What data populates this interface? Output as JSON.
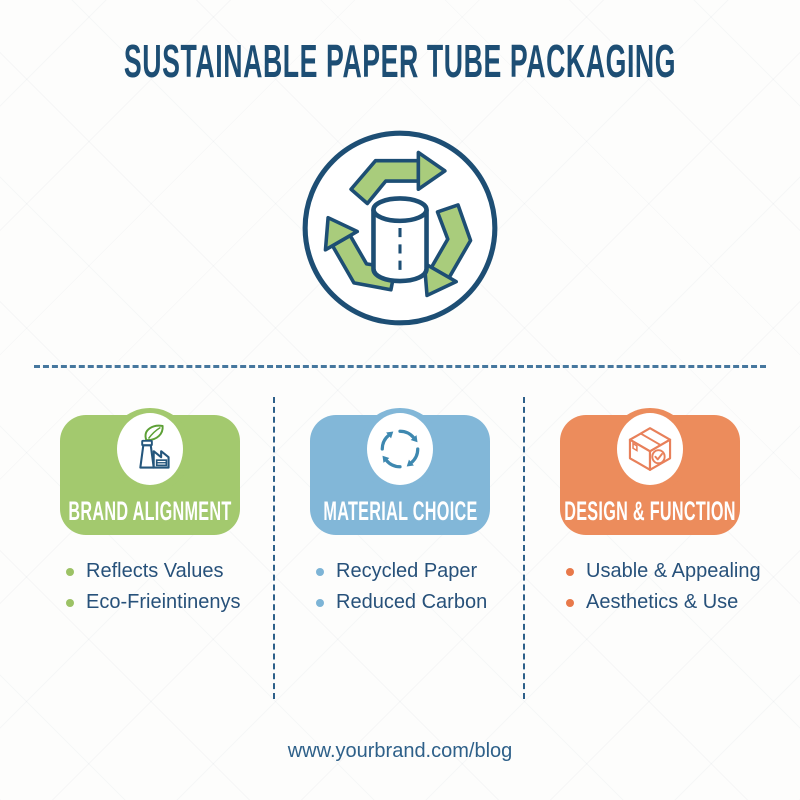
{
  "page": {
    "title": "SUSTAINABLE PAPER TUBE PACKAGING",
    "footer_url": "www.yourbrand.com/blog"
  },
  "hero": {
    "icon": "recycling-paper-tube-icon"
  },
  "columns": [
    {
      "label": "BRAND ALIGNMENT",
      "icon": "factory-leaf-icon",
      "accent": "#a3c96e",
      "bullets": [
        "Reflects Values",
        "Eco-Frieintinenys"
      ]
    },
    {
      "label": "MATERIAL CHOICE",
      "icon": "recycle-arrows-icon",
      "accent": "#82b7d8",
      "bullets": [
        "Recycled Paper",
        "Reduced Carbon"
      ]
    },
    {
      "label": "DESIGN & FUNCTION",
      "icon": "package-check-icon",
      "accent": "#ec8c5c",
      "bullets": [
        "Usable & Appealing",
        "Aesthetics & Use"
      ]
    }
  ],
  "colors": {
    "navy": "#1d4e74",
    "green": "#a3c96e",
    "blue": "#82b7d8",
    "orange": "#ec8c5c",
    "arrow_green_fill": "#a9cc7c",
    "leaf_green": "#5da036",
    "cycle_blue": "#3e88b0",
    "box_orange": "#e8805a",
    "bullet_text": "#27517a",
    "divider_blue": "#46779e"
  }
}
